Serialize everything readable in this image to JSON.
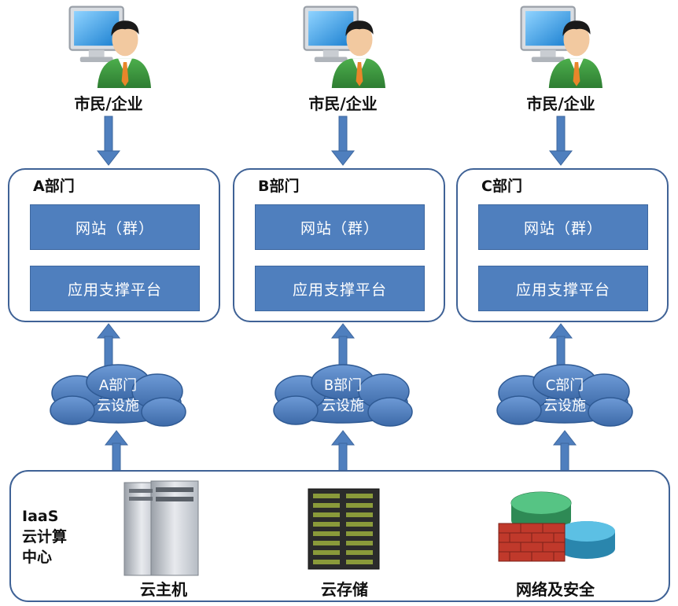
{
  "departments": [
    {
      "user_label": "市民/企业",
      "title": "A部门",
      "website": "网站（群）",
      "platform": "应用支撑平台",
      "cloud_line1": "A部门",
      "cloud_line2": "云设施"
    },
    {
      "user_label": "市民/企业",
      "title": "B部门",
      "website": "网站（群）",
      "platform": "应用支撑平台",
      "cloud_line1": "B部门",
      "cloud_line2": "云设施"
    },
    {
      "user_label": "市民/企业",
      "title": "C部门",
      "website": "网站（群）",
      "platform": "应用支撑平台",
      "cloud_line1": "C部门",
      "cloud_line2": "云设施"
    }
  ],
  "iaas": {
    "title_line1": "IaaS",
    "title_line2": "云计算",
    "title_line3": "中心",
    "resources": [
      "云主机",
      "云存储",
      "网络及安全"
    ]
  },
  "icons": [
    "user-at-computer-icon",
    "server-icon",
    "storage-rack-icon",
    "firewall-router-icon"
  ],
  "colors": {
    "box_fill": "#4f7fbe",
    "border": "#3f6296",
    "arrow": "#4f7fbe"
  }
}
